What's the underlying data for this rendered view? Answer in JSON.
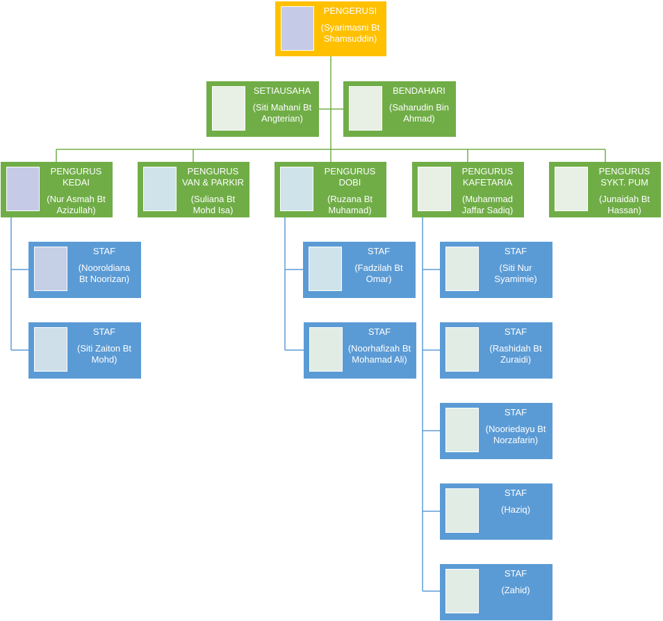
{
  "colors": {
    "head": "#ffc000",
    "manager": "#70ad47",
    "staff": "#5b9bd5",
    "photo_head": "#c5cbe6",
    "photo_kedai": "#c5cbe6",
    "photo_light": "#e8efe4",
    "photo_blue": "#cfe3ea",
    "connector_green": "#70ad47",
    "connector_blue": "#5b9bd5"
  },
  "head": {
    "role": "PENGERUSI",
    "name": "(Syarimasni Bt\nShamsuddin)"
  },
  "assistants": [
    {
      "id": "setiausaha",
      "role": "SETIAUSAHA",
      "name": "(Siti Mahani Bt\nAngterian)"
    },
    {
      "id": "bendahari",
      "role": "BENDAHARI",
      "name": "(Saharudin Bin\nAhmad)"
    }
  ],
  "managers": [
    {
      "id": "kedai",
      "role": "PENGURUS\nKEDAI",
      "name": "(Nur Asmah Bt\nAzizullah)"
    },
    {
      "id": "van-parkir",
      "role": "PENGURUS\nVAN & PARKIR",
      "name": "(Suliana Bt\nMohd Isa)"
    },
    {
      "id": "dobi",
      "role": "PENGURUS\nDOBI",
      "name": "(Ruzana Bt\nMuhamad)"
    },
    {
      "id": "kafetaria",
      "role": "PENGURUS\nKAFETARIA",
      "name": "(Muhammad\nJaffar Sadiq)"
    },
    {
      "id": "sykt-pum",
      "role": "PENGURUS\nSYKT. PUM",
      "name": "(Junaidah Bt\nHassan)"
    }
  ],
  "staff": {
    "kedai": [
      {
        "role": "STAF",
        "name": "(Nooroldiana\nBt Noorizan)"
      },
      {
        "role": "STAF",
        "name": "(Siti Zaiton Bt\nMohd)"
      }
    ],
    "dobi": [
      {
        "role": "STAF",
        "name": "(Fadzilah Bt\nOmar)"
      },
      {
        "role": "STAF",
        "name": "(Noorhafizah Bt\nMohamad Ali)"
      }
    ],
    "kafetaria": [
      {
        "role": "STAF",
        "name": "(Siti Nur\nSyamimie)"
      },
      {
        "role": "STAF",
        "name": "(Rashidah Bt\nZuraidi)"
      },
      {
        "role": "STAF",
        "name": "(Nooriedayu Bt\nNorzafarin)"
      },
      {
        "role": "STAF",
        "name": "(Haziq)"
      },
      {
        "role": "STAF",
        "name": "(Zahid)"
      }
    ]
  }
}
